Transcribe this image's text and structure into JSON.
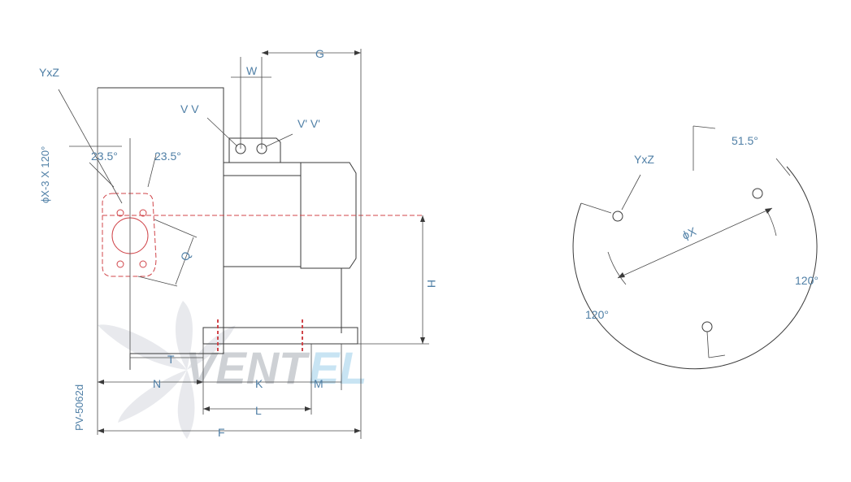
{
  "colors": {
    "label": "#4f7fa6",
    "line": "#3a3a3a",
    "flange": "#d0454a",
    "watermark_dark": "#c6cace",
    "watermark_accent": "#bfe0f2"
  },
  "watermark": {
    "text_main": "VENT",
    "text_accent": "EL"
  },
  "side_view": {
    "labels": {
      "yxz": "YxZ",
      "bolt_pattern": "ϕX-3 X 120°",
      "angle_left": "23.5°",
      "angle_right": "23.5°",
      "vv": "V V",
      "vv_prime": "V' V'",
      "w": "W",
      "g": "G",
      "q": "Q",
      "h": "H",
      "t": "T",
      "n": "N",
      "k": "K",
      "m": "M",
      "l": "L",
      "f": "F",
      "model": "PV-5062d"
    }
  },
  "end_view": {
    "labels": {
      "yxz": "YxZ",
      "angle_top": "51.5°",
      "angle_right": "120°",
      "angle_left": "120°",
      "diameter": "ϕX"
    }
  }
}
